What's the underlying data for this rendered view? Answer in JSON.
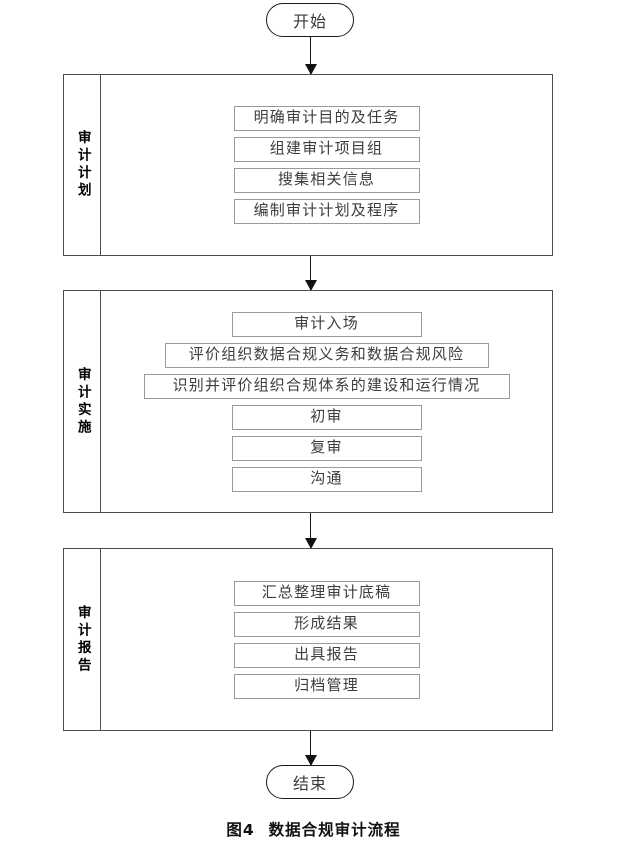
{
  "figure": {
    "caption_number": "图4",
    "caption_title": "数据合规审计流程"
  },
  "nodes": {
    "start": {
      "label": "开始",
      "shape": "stadium"
    },
    "end": {
      "label": "结束",
      "shape": "stadium"
    }
  },
  "phases": [
    {
      "id": "plan",
      "label": "审计计划",
      "steps": [
        "明确审计目的及任务",
        "组建审计项目组",
        "搜集相关信息",
        "编制审计计划及程序"
      ]
    },
    {
      "id": "exec",
      "label": "审计实施",
      "steps": [
        "审计入场",
        "评价组织数据合规义务和数据合规风险",
        "识别并评价组织合规体系的建设和运行情况",
        "初审",
        "复审",
        "沟通"
      ]
    },
    {
      "id": "report",
      "label": "审计报告",
      "steps": [
        "汇总整理审计底稿",
        "形成结果",
        "出具报告",
        "归档管理"
      ]
    }
  ],
  "connectors": [
    {
      "id": "start-plan",
      "from": "start",
      "to": "plan",
      "arrow": "down"
    },
    {
      "id": "plan-exec",
      "from": "plan",
      "to": "exec",
      "arrow": "down"
    },
    {
      "id": "exec-report",
      "from": "exec",
      "to": "report",
      "arrow": "down"
    },
    {
      "id": "report-end",
      "from": "report",
      "to": "end",
      "arrow": "down"
    }
  ],
  "colors": {
    "page_background": "#ffffff",
    "phase_border": "#4c4c52",
    "step_border": "#9a9a9a",
    "terminator_border": "#1b1b1b",
    "connector": "#121212",
    "step_text": "#3d3d3d",
    "label_text": "#000000"
  }
}
